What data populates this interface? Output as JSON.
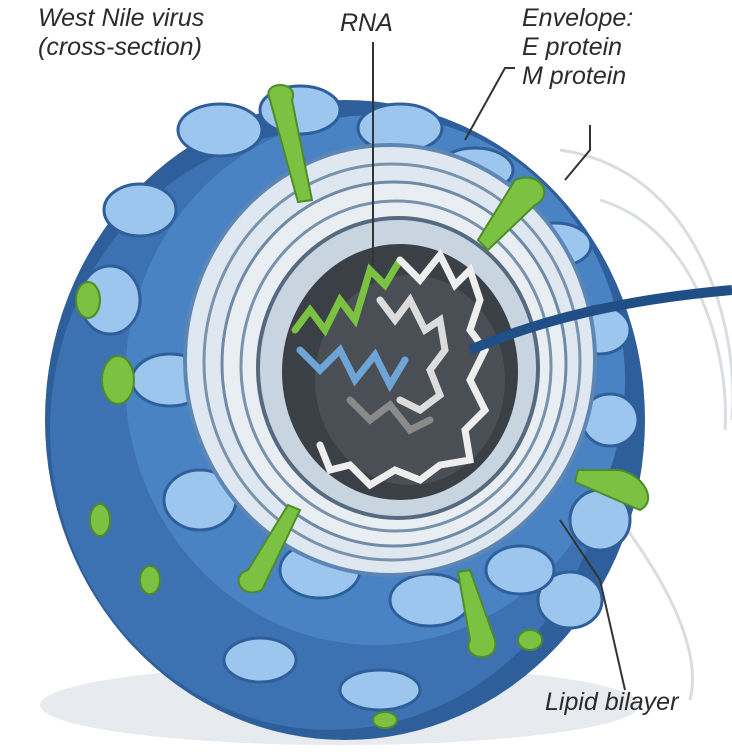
{
  "labels": {
    "title_line1": "West Nile virus",
    "title_line2": "(cross-section)",
    "rna": "RNA",
    "envelope": "Envelope:",
    "e_protein": "E protein",
    "m_protein": "M protein",
    "lipid_bilayer": "Lipid bilayer"
  },
  "colors": {
    "shell_dark": "#2f5f9a",
    "shell_mid": "#4a83c4",
    "shell_light": "#9cc6ee",
    "membrane_light": "#dfe8f0",
    "core_dark": "#3b3f46",
    "rna_green": "#7cc242",
    "rna_blue": "#6fa4d6",
    "rna_white": "#eeeeee",
    "leader_line": "#333333"
  }
}
